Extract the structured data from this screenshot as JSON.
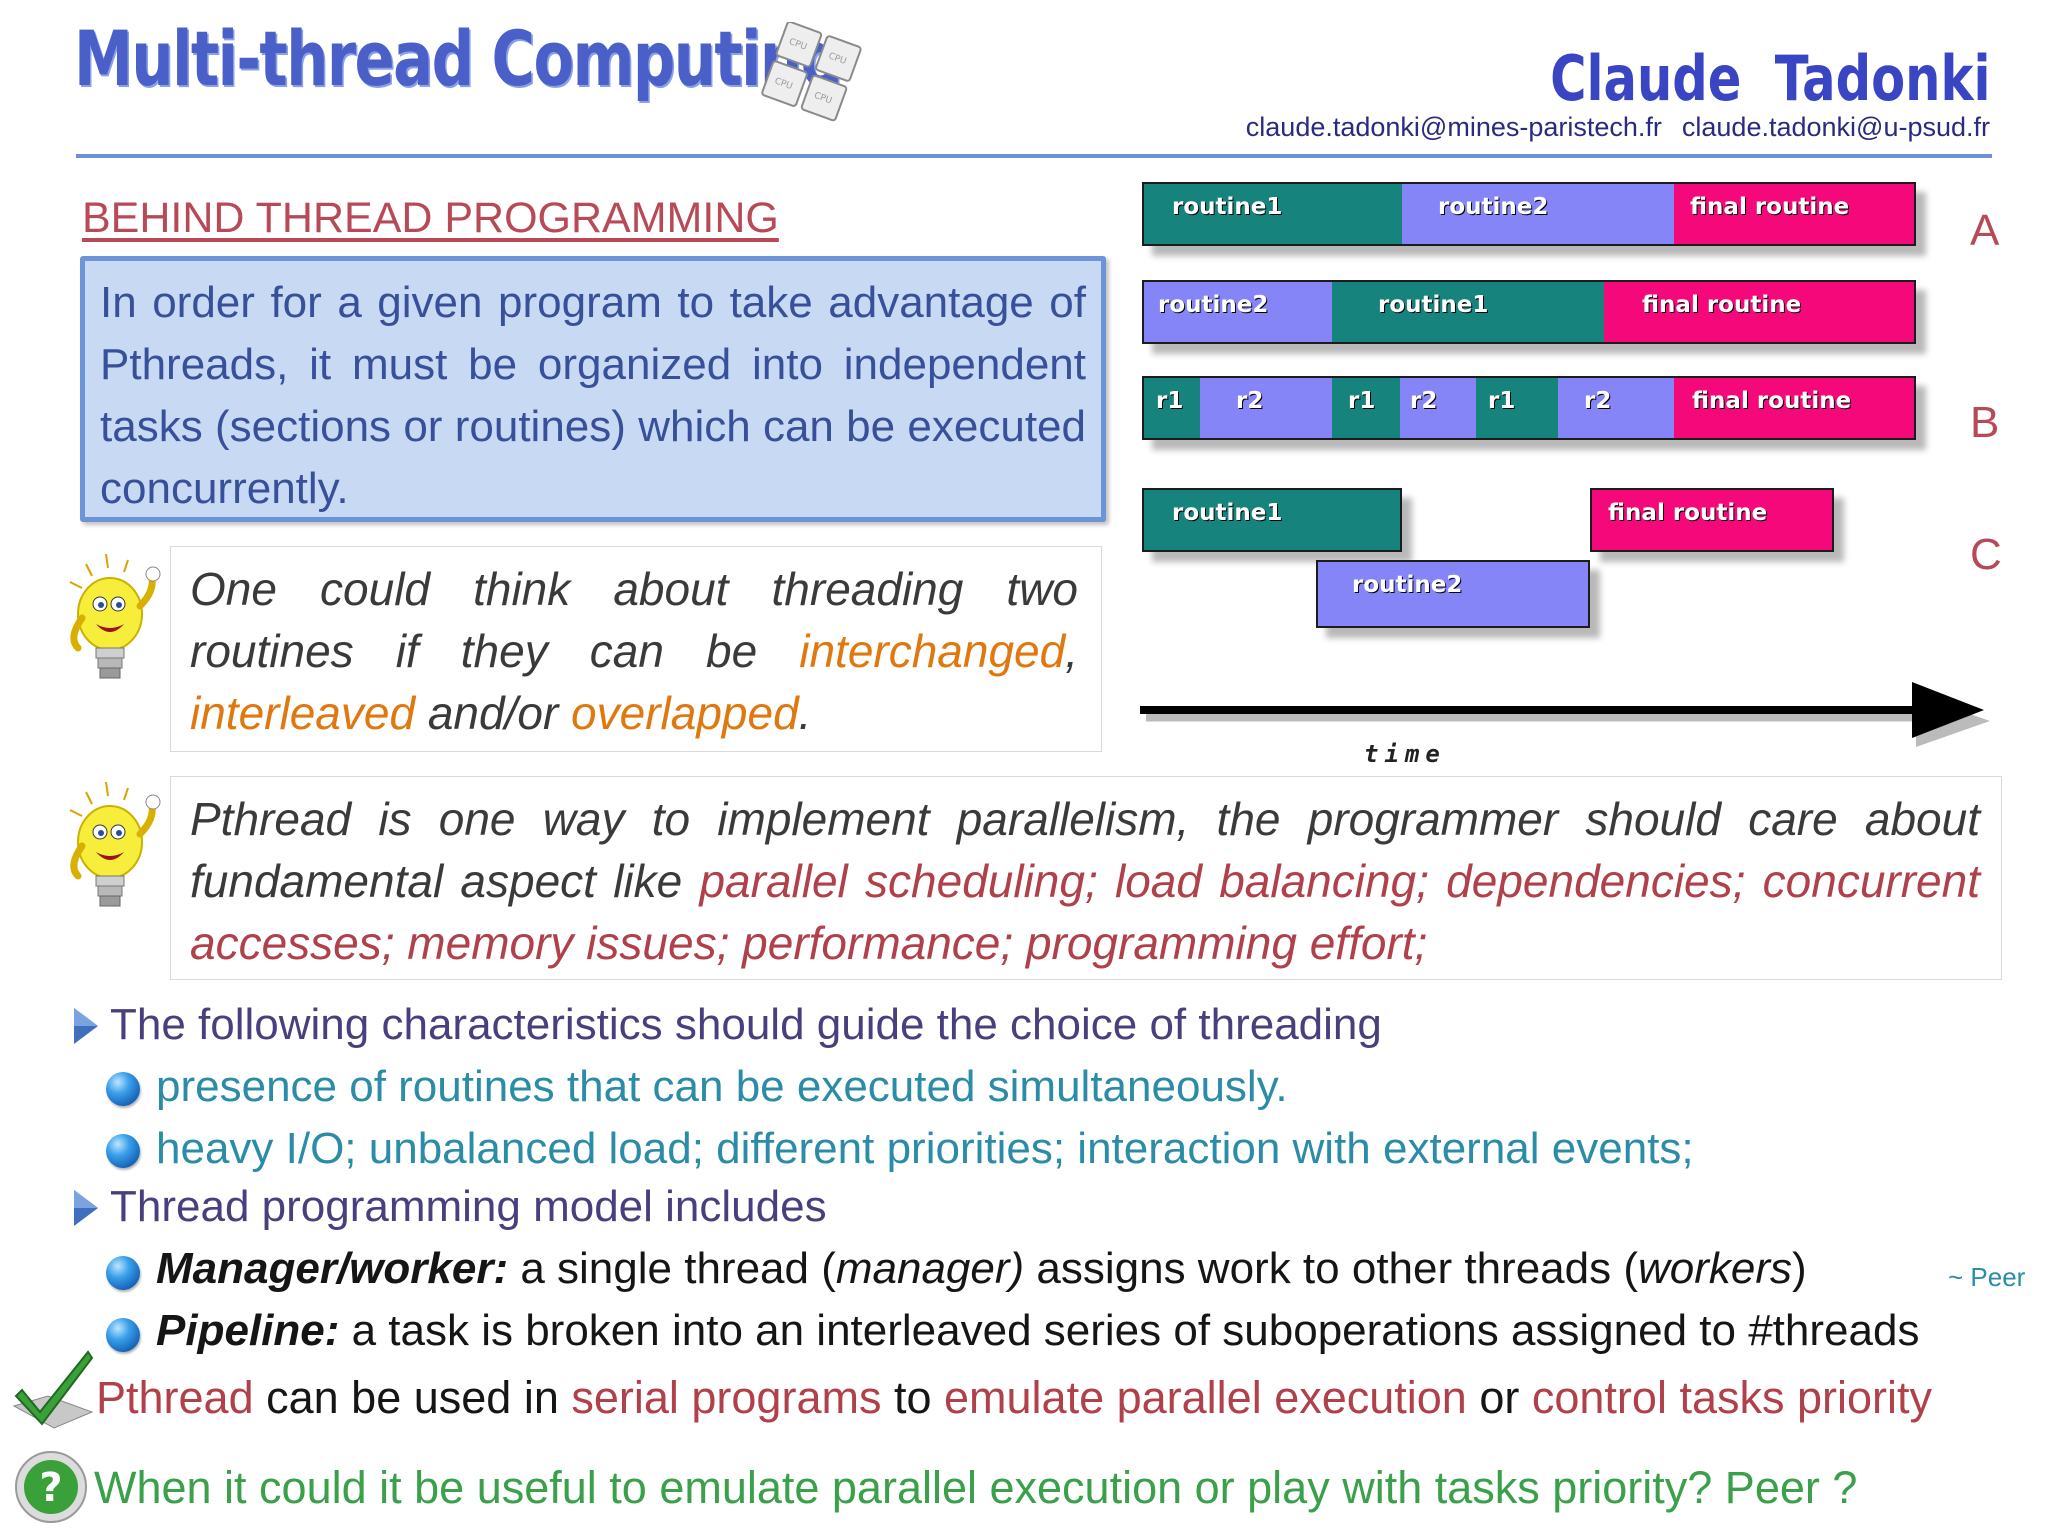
{
  "header": {
    "title": "Multi-thread Computing",
    "chip_labels": [
      "CPU",
      "CPU",
      "CPU",
      "CPU"
    ],
    "author": "Claude  Tadonki",
    "emails": [
      "claude.tadonki@mines-paristech.fr",
      "claude.tadonki@u-psud.fr"
    ]
  },
  "section_title": "BEHIND THREAD PROGRAMMING",
  "intro": "In order for a given program to take advantage of Pthreads, it must be organized into independent tasks (sections or routines) which can be executed concurrently.",
  "note1": {
    "p1": "One could think about threading two routines if they can be ",
    "interchanged": "interchanged",
    "p2": ", ",
    "interleaved": "interleaved",
    "p3": " and/or ",
    "overlapped": "overlapped",
    "p4": "."
  },
  "note2": {
    "p1": "Pthread is one way to implement parallelism, the programmer should care about fundamental aspect like ",
    "highlight": "parallel scheduling; load balancing; dependencies; concurrent accesses; memory issues; performance; programming effort;"
  },
  "diagram": {
    "row1": [
      "routine1",
      "routine2",
      "final routine"
    ],
    "row2": [
      "routine2",
      "routine1",
      "final routine"
    ],
    "row3": [
      "r1",
      "r2",
      "r1",
      "r2",
      "r1",
      "r2",
      "final routine"
    ],
    "row4_top": [
      "routine1",
      "final routine"
    ],
    "row4_bottom": "routine2",
    "letters": [
      "A",
      "B",
      "C"
    ],
    "axis_label": "time",
    "colors": {
      "routine1": "#16847d",
      "routine2": "#8585f8",
      "final": "#f5097a"
    }
  },
  "bullets": {
    "b1": "The following characteristics should guide the choice of threading",
    "b1_items": [
      "presence of routines that can be executed simultaneously.",
      "heavy I/O;  unbalanced load;  different priorities; interaction with external events;"
    ],
    "b2": "Thread programming model includes",
    "mw": {
      "bold": "Manager/worker:",
      "t1": " a single thread (",
      "i1": "manager)",
      "t2": " assigns work to other threads (",
      "i2": "workers",
      "t3": ")"
    },
    "peer_note": "~ Peer",
    "pipe": {
      "bold": "Pipeline:",
      "t1": " a task is broken into an interleaved  series of suboperations assigned to #threads"
    }
  },
  "conclusion": {
    "c1": "Pthread",
    "c2": " can be used in ",
    "c3": "serial programs",
    "c4": " to ",
    "c5": "emulate parallel execution",
    "c6": " or ",
    "c7": "control tasks priority"
  },
  "question": "When it could it be useful to emulate parallel execution or play with tasks priority?  Peer ?"
}
